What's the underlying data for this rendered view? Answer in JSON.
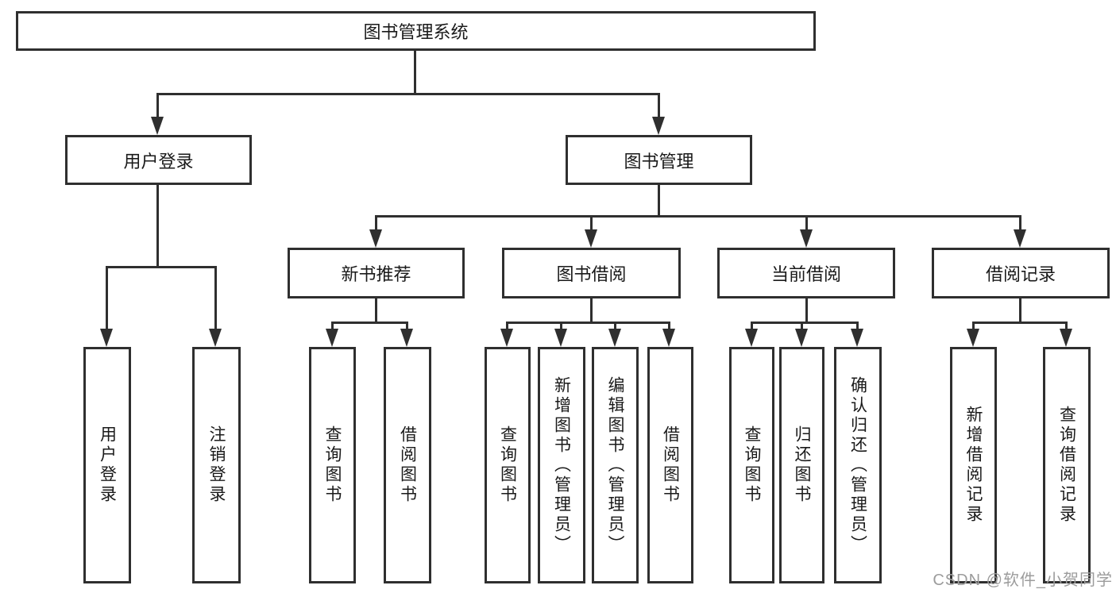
{
  "diagram": {
    "type": "hierarchy-tree",
    "title": "图书管理系统",
    "colors": {
      "background": "#ffffff",
      "line": "#2f2f2f",
      "box_fill": "#ffffff",
      "text": "#1a1a1a",
      "watermark": "#9c9c9c"
    },
    "watermark": "CSDN @软件_小贺同学",
    "nodes": {
      "root": "图书管理系统",
      "user_login": "用户登录",
      "book_mgmt": "图书管理",
      "new_book_rec": "新书推荐",
      "book_borrow": "图书借阅",
      "current_borrow": "当前借阅",
      "borrow_records": "借阅记录",
      "ul_login": "用户登录",
      "ul_logout": "注销登录",
      "nr_query": "查询图书",
      "nr_borrow": "借阅图书",
      "bb_query": "查询图书",
      "bb_add": "新增图书（管理员）",
      "bb_edit": "编辑图书（管理员）",
      "bb_borrow": "借阅图书",
      "cb_query": "查询图书",
      "cb_return": "归还图书",
      "cb_confirm": "确认归还（管理员）",
      "br_add": "新增借阅记录",
      "br_query": "查询借阅记录"
    },
    "hierarchy": {
      "图书管理系统": {
        "用户登录": [
          "用户登录",
          "注销登录"
        ],
        "图书管理": {
          "新书推荐": [
            "查询图书",
            "借阅图书"
          ],
          "图书借阅": [
            "查询图书",
            "新增图书（管理员）",
            "编辑图书（管理员）",
            "借阅图书"
          ],
          "当前借阅": [
            "查询图书",
            "归还图书",
            "确认归还（管理员）"
          ],
          "借阅记录": [
            "新增借阅记录",
            "查询借阅记录"
          ]
        }
      }
    }
  }
}
